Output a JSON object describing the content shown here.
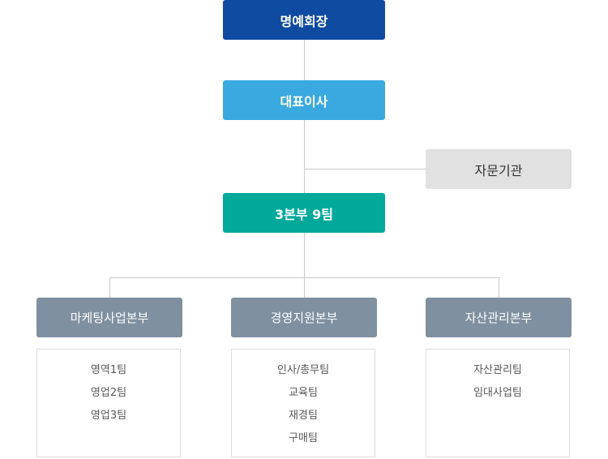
{
  "chart": {
    "honorary_chairman": "명예회장",
    "ceo": "대표이사",
    "advisory": "자문기관",
    "org_summary": "3본부 9팀",
    "divisions": [
      {
        "name": "마케팅사업본부",
        "teams": [
          "영역1팀",
          "영업2팀",
          "영업3팀"
        ]
      },
      {
        "name": "경영지원본부",
        "teams": [
          "인사/총무팀",
          "교육팀",
          "재경팀",
          "구매팀"
        ]
      },
      {
        "name": "자산관리본부",
        "teams": [
          "자산관리팀",
          "임대사업팀"
        ]
      }
    ]
  },
  "colors": {
    "honorary_chairman": "#0f4ba0",
    "ceo": "#3aa9e0",
    "advisory": "#e1e1e1",
    "org_summary": "#00a99a",
    "division": "#7f90a0",
    "connector": "#c9c9c9"
  }
}
